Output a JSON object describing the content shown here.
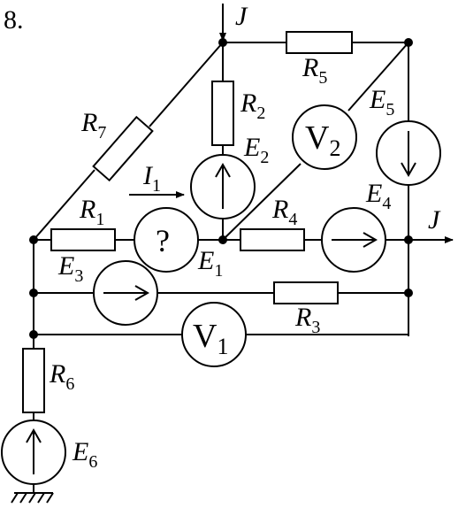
{
  "problem_number": "8.",
  "current_source": {
    "label": "J"
  },
  "resistors": [
    {
      "id": "R1",
      "main": "R",
      "sub": "1"
    },
    {
      "id": "R2",
      "main": "R",
      "sub": "2"
    },
    {
      "id": "R3",
      "main": "R",
      "sub": "3"
    },
    {
      "id": "R4",
      "main": "R",
      "sub": "4"
    },
    {
      "id": "R5",
      "main": "R",
      "sub": "5"
    },
    {
      "id": "R6",
      "main": "R",
      "sub": "6"
    },
    {
      "id": "R7",
      "main": "R",
      "sub": "7"
    }
  ],
  "emfs": [
    {
      "id": "E1",
      "main": "E",
      "sub": "1"
    },
    {
      "id": "E2",
      "main": "E",
      "sub": "2"
    },
    {
      "id": "E3",
      "main": "E",
      "sub": "3"
    },
    {
      "id": "E4",
      "main": "E",
      "sub": "4"
    },
    {
      "id": "E5",
      "main": "E",
      "sub": "5"
    },
    {
      "id": "E6",
      "main": "E",
      "sub": "6"
    }
  ],
  "voltmeters": [
    {
      "id": "V1",
      "main": "V",
      "sub": "1"
    },
    {
      "id": "V2",
      "main": "V",
      "sub": "2"
    }
  ],
  "unknown_meter": {
    "symbol": "?"
  },
  "current_arrow": {
    "main": "I",
    "sub": "1"
  }
}
